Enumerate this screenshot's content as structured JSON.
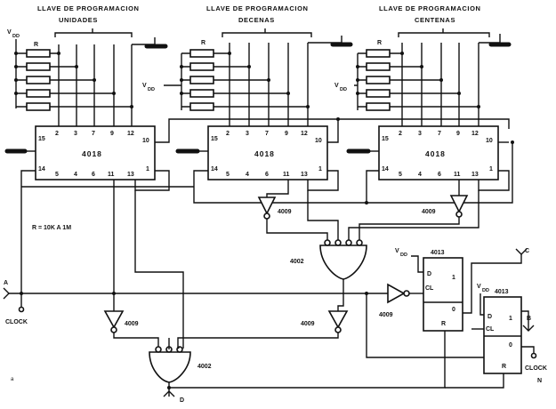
{
  "switches": [
    {
      "title": "LLAVE DE PROGRAMACION",
      "subtitle": "UNIDADES"
    },
    {
      "title": "LLAVE DE PROGRAMACION",
      "subtitle": "DECENAS"
    },
    {
      "title": "LLAVE DE PROGRAMACION",
      "subtitle": "CENTENAS"
    }
  ],
  "labels": {
    "vdd": "V",
    "vdd_sub": "DD",
    "r": "R",
    "r_value": "R = 10K A 1M",
    "clock": "CLOCK",
    "a": "A",
    "b": "B",
    "c": "C",
    "d": "D",
    "n": "N",
    "d1": "D",
    "one": "1",
    "cl": "CL",
    "zero": "0",
    "reset": "R",
    "small_mark": "a"
  },
  "chips": {
    "counter": "4018",
    "inverter": "4009",
    "nor": "4002",
    "flipflop": "4013"
  },
  "pins": {
    "top": [
      "2",
      "3",
      "7",
      "9",
      "12"
    ],
    "bottom": [
      "5",
      "4",
      "6",
      "11",
      "13"
    ],
    "left_top": "15",
    "left_bottom": "14",
    "right_top": "10",
    "right_bottom": "1"
  }
}
